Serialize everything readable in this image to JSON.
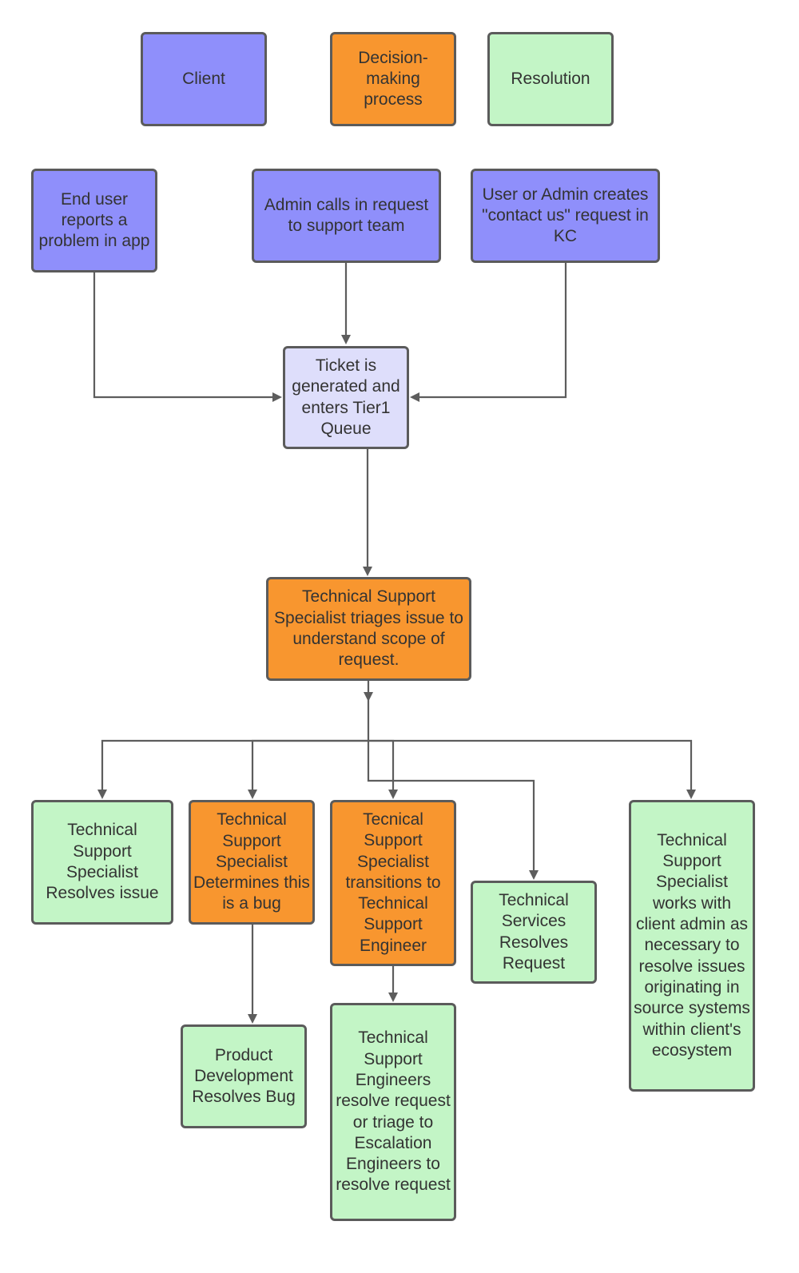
{
  "legend": {
    "client": "Client",
    "decision": "Decision-making process",
    "resolution": "Resolution"
  },
  "sources": {
    "end_user": "End user reports a problem in app",
    "admin_calls": "Admin calls in request to support team",
    "contact_us": "User or Admin creates \"contact us\" request in KC"
  },
  "ticket": "Ticket is generated and enters Tier1  Queue",
  "triage": "Technical Support Specialist triages issue to understand scope of request.",
  "outcomes": {
    "specialist_resolves": "Technical Support Specialist Resolves issue",
    "determines_bug": "Technical Support Specialist Determines this is a bug",
    "transitions_engineer": "Tecnical Support Specialist transitions to Technical Support Engineer",
    "services_resolves": "Technical Services Resolves Request",
    "works_with_admin": "Technical Support Specialist works with client admin as necessary to resolve issues originating in source systems within client's ecosystem"
  },
  "followups": {
    "product_dev": "Product Development Resolves Bug",
    "engineers_resolve": "Technical Support Engineers resolve request or triage to Escalation Engineers to resolve request"
  },
  "colors": {
    "client": "#8f8ffb",
    "decision": "#f8962f",
    "resolution": "#c3f5c6",
    "ticket": "#dedefb",
    "border": "#5b5b5b",
    "connector": "#5d5d5d"
  }
}
